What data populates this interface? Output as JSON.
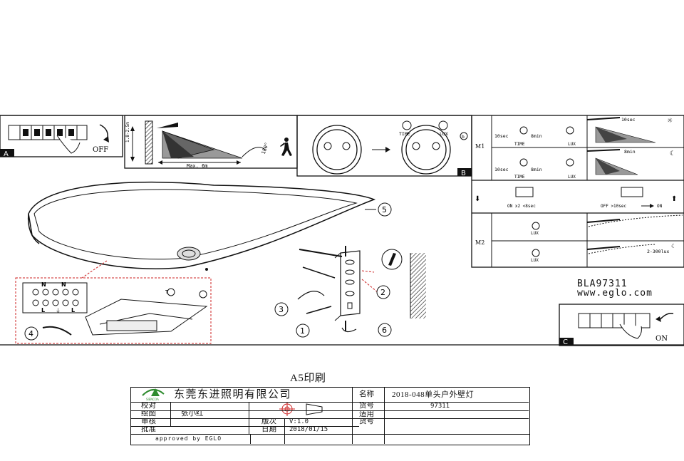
{
  "panels": {
    "a_label": "A",
    "a_off_label": "OFF",
    "range_max": "Max. 6m",
    "angle_label": "180°",
    "height_label": "1.8-2.5m",
    "b_label": "B",
    "b_time_label": "TIME",
    "b_lux_label": "LUX",
    "b_dial_letter": "b",
    "c_label": "C",
    "c_on_label": "ON"
  },
  "modes": {
    "m1_label": "M1",
    "m2_label": "M2",
    "row1": {
      "time_value": "10sec",
      "time_caption": "TIME",
      "lux_caption": "LUX",
      "time_max": "8min",
      "illus_time": "10sec"
    },
    "row2": {
      "time_value": "10sec",
      "time_caption": "TIME",
      "lux_caption": "LUX",
      "time_max": "8min",
      "illus_time": "8min"
    },
    "switch_left": "ON x2 <8sec",
    "switch_right": "OFF >10sec",
    "switch_right_end": "ON",
    "m2_row1_caption": "LUX",
    "m2_row2_caption": "LUX",
    "m2_lux_range": "2-300lux"
  },
  "callouts": {
    "n1": "1",
    "n2": "2",
    "n3": "3",
    "n4": "4",
    "n5": "5",
    "n6": "6"
  },
  "terminal": {
    "n": "N",
    "l": "L",
    "earth": "⏚",
    "t": "T"
  },
  "model": "BLA97311",
  "website": "www.eglo.com",
  "print_size": "A5印刷",
  "title_block": {
    "logo_text": "SIENCOA",
    "company": "东莞东进照明有限公司",
    "name_label": "名称",
    "name_value": "2018-048单头户外壁灯",
    "check_label": "校对",
    "draw_label": "绘图",
    "drawer": "张小红",
    "review_label": "审核",
    "approve_label": "批准",
    "approved_by": "approved by EGLO",
    "item_no_label": "货号",
    "item_no_value": "97311",
    "applies_label_1": "适用",
    "applies_label_2": "货号",
    "version_label": "版次",
    "version_value": "V:1.0",
    "date_label": "日期",
    "date_value": "2018/01/15"
  }
}
